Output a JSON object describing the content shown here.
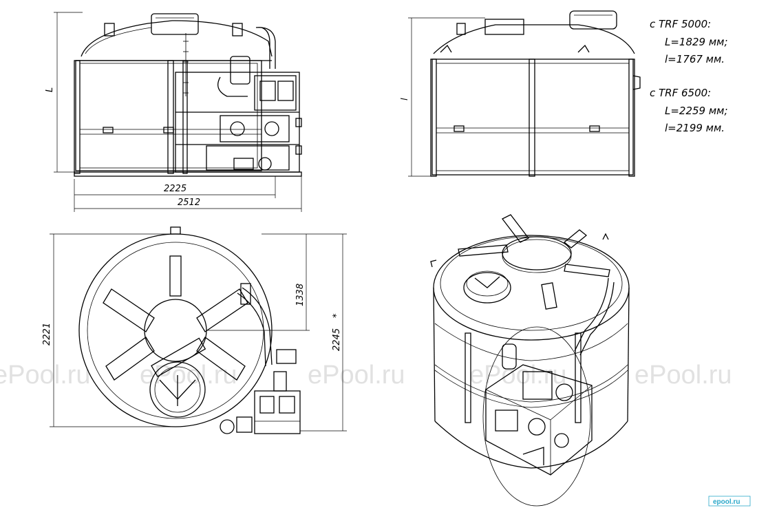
{
  "dimensions": {
    "front_width_inner": "2225",
    "front_width_outer": "2512",
    "front_height": "L",
    "side_height": "l",
    "top_overall": "2221",
    "top_right_partial": "1338",
    "top_right_full": "2245",
    "top_right_mark": "*"
  },
  "specs": {
    "trf5000": {
      "header": "с TRF 5000:",
      "L": "L=1829 мм;",
      "l": "l=1767 мм."
    },
    "trf6500": {
      "header": "с TRF 6500:",
      "L": "L=2259 мм;",
      "l": "l=2199 мм."
    }
  },
  "watermark": "ePool.ru",
  "corner_logo": "epool.ru"
}
